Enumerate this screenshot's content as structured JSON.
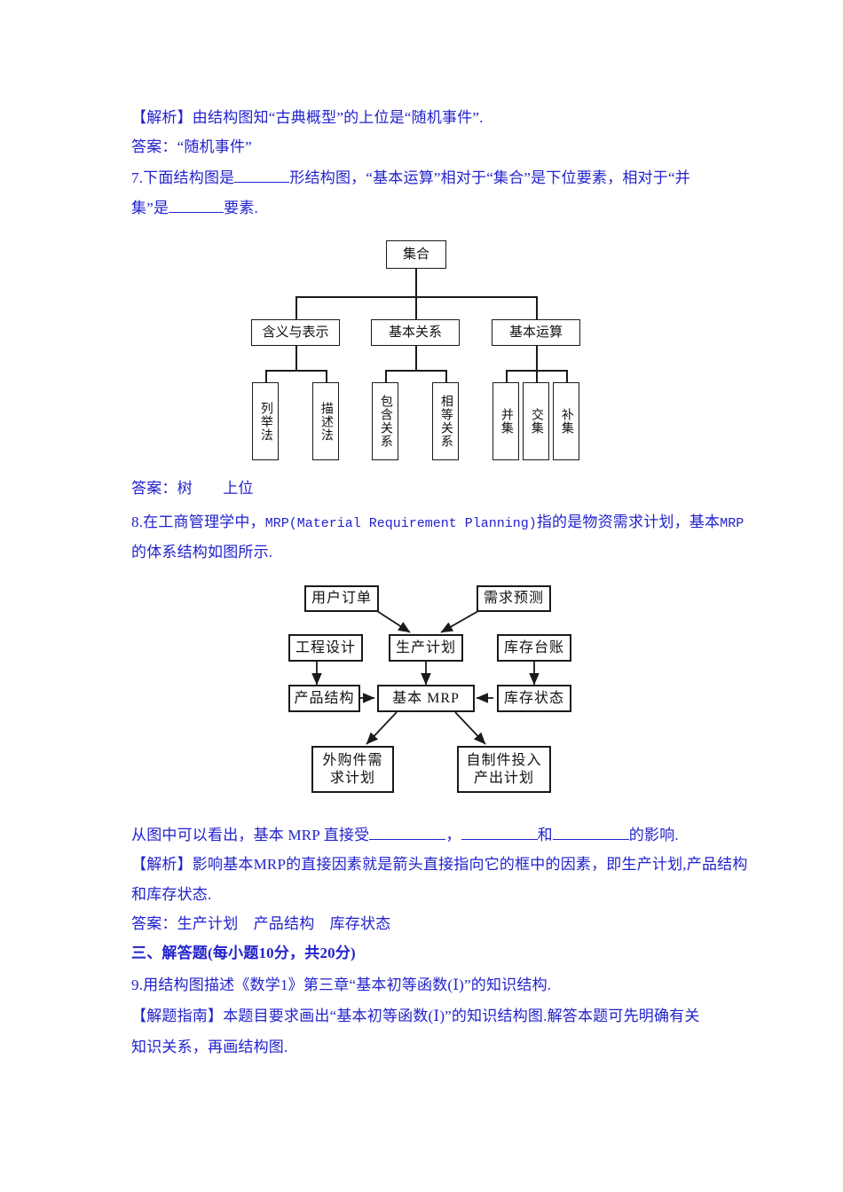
{
  "page": {
    "text_color": "#2222cc",
    "diagram_color": "#1a1a1a"
  },
  "body_lines": {
    "l1": "【解析】由结构图知“古典概型”的上位是“随机事件”.",
    "l2": "答案：“随机事件”",
    "q7_a": "7.下面结构图是",
    "q7_b": "形结构图，“基本运算”相对于“集合”是下位要素，相对于“并",
    "q7_c": "集”是",
    "q7_d": "要素.",
    "q7_answer": "答案：树　　上位",
    "q8_a": "8.在工商管理学中，",
    "q8_mono": "MRP(Material Requirement Planning)",
    "q8_b": "指的是物资需求计划，基本",
    "q8_mono2": "MRP",
    "q8_c": "的体系结构如图所示.",
    "q8_concl_a": "从图中可以看出，基本 MRP 直接受",
    "q8_concl_b": "，",
    "q8_concl_c": "和",
    "q8_concl_d": "的影响.",
    "q8_sol_1": "【解析】影响基本MRP的直接因素就是箭头直接指向它的框中的因素，即生产计划,产品结构",
    "q8_sol_2": "和库存状态.",
    "q8_answer": "答案：生产计划　产品结构　库存状态",
    "section_heading": "三、解答题(每小题10分，共20分)",
    "q9": "9.用结构图描述《数学1》第三章“基本初等函数(Ⅰ)”的知识结构.",
    "q9_guide_1": "【解题指南】本题目要求画出“基本初等函数(Ⅰ)”的知识结构图.解答本题可先明确有关",
    "q9_guide_2": "知识关系，再画结构图."
  },
  "chart_data": [
    {
      "type": "diagram",
      "name": "set-structure-tree",
      "subtype": "tree-structure-chart",
      "title": "集合结构图",
      "root": "集合",
      "levels": [
        {
          "level": 1,
          "nodes": [
            "集合"
          ]
        },
        {
          "level": 2,
          "nodes": [
            "含义与表示",
            "基本关系",
            "基本运算"
          ]
        },
        {
          "level": 3,
          "nodes": [
            "列举法",
            "描述法",
            "包含关系",
            "相等关系",
            "并集",
            "交集",
            "补集"
          ]
        }
      ],
      "edges": [
        {
          "from": "集合",
          "to": "含义与表示"
        },
        {
          "from": "集合",
          "to": "基本关系"
        },
        {
          "from": "集合",
          "to": "基本运算"
        },
        {
          "from": "含义与表示",
          "to": "列举法"
        },
        {
          "from": "含义与表示",
          "to": "描述法"
        },
        {
          "from": "基本关系",
          "to": "包含关系"
        },
        {
          "from": "基本关系",
          "to": "相等关系"
        },
        {
          "from": "基本运算",
          "to": "并集"
        },
        {
          "from": "基本运算",
          "to": "交集"
        },
        {
          "from": "基本运算",
          "to": "补集"
        }
      ],
      "nodes": {
        "root": "集合",
        "n1": "含义与表示",
        "n2": "基本关系",
        "n3": "基本运算",
        "l1": "列举法",
        "l2": "描述法",
        "l3": "包含关系",
        "l4": "相等关系",
        "l5": "并集",
        "l6": "交集",
        "l7": "补集"
      }
    },
    {
      "type": "diagram",
      "name": "mrp-flowchart",
      "subtype": "flow-chart",
      "title": "基本MRP体系结构",
      "nodes": {
        "a": "用户订单",
        "b": "需求预测",
        "c": "工程设计",
        "d": "生产计划",
        "e": "库存台账",
        "f": "产品结构",
        "g": "基本 MRP",
        "h": "库存状态",
        "i_line1": "外购件需",
        "i_line2": "求计划",
        "j_line1": "自制件投入",
        "j_line2": "产出计划"
      },
      "edges": [
        {
          "from": "用户订单",
          "to": "生产计划"
        },
        {
          "from": "需求预测",
          "to": "生产计划"
        },
        {
          "from": "工程设计",
          "to": "产品结构"
        },
        {
          "from": "生产计划",
          "to": "基本 MRP"
        },
        {
          "from": "库存台账",
          "to": "库存状态"
        },
        {
          "from": "产品结构",
          "to": "基本 MRP"
        },
        {
          "from": "库存状态",
          "to": "基本 MRP"
        },
        {
          "from": "基本 MRP",
          "to": "外购件需求计划"
        },
        {
          "from": "基本 MRP",
          "to": "自制件投入产出计划"
        }
      ]
    }
  ]
}
